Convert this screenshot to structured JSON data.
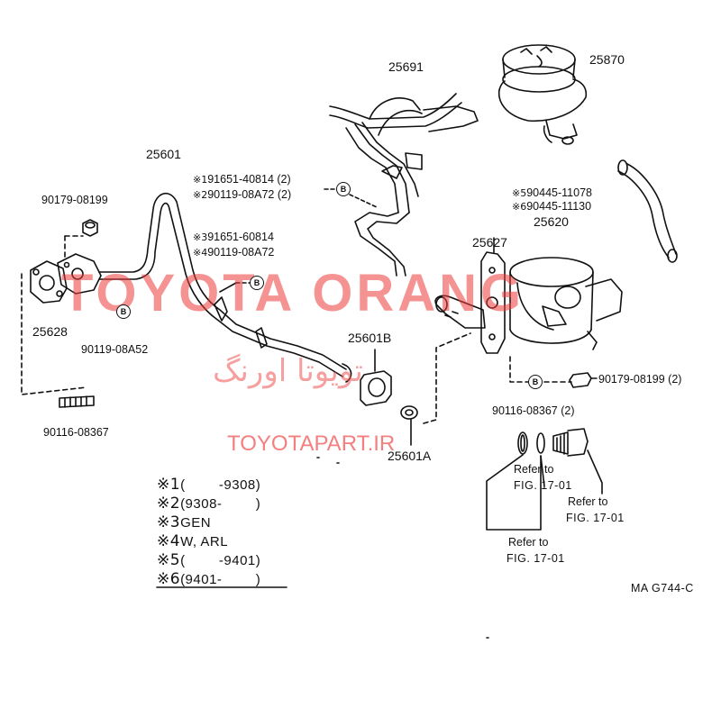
{
  "watermarks": {
    "main": "TOYOTA ORANG",
    "persian": "تویوتا اورنگ",
    "site": "TOYOTAPART.IR"
  },
  "colors": {
    "watermark": "#e83a3a",
    "ink": "#111111"
  },
  "parts": {
    "p25691": "25691",
    "p25870": "25870",
    "p25601": "25601",
    "p90179_08199_left": "90179-08199",
    "p25628": "25628",
    "p90119_08A52": "90119-08A52",
    "p90116_08367_left": "90116-08367",
    "p25627": "25627",
    "p25620": "25620",
    "p25601B": "25601B",
    "p25601A": "25601A",
    "p90179_08199_right": "90179-08199 (2)",
    "p90116_08367_right": "90116-08367 (2)"
  },
  "alt_parts": [
    {
      "mark": "※1",
      "text": "91651-40814 (2)"
    },
    {
      "mark": "※2",
      "text": "90119-08A72 (2)"
    },
    {
      "mark": "※3",
      "text": "91651-60814"
    },
    {
      "mark": "※4",
      "text": "90119-08A72"
    },
    {
      "mark": "※5",
      "text": "90445-11078"
    },
    {
      "mark": "※6",
      "text": "90445-11130"
    }
  ],
  "bolt_marker": "B",
  "refer": {
    "a_line1": "Refer to",
    "a_line2": "FIG. 17-01",
    "b_line1": "Refer to",
    "b_line2": "FIG. 17-01",
    "c_line1": "Refer to",
    "c_line2": "FIG. 17-01"
  },
  "notes": [
    {
      "mark": "※1",
      "text": "(        -9308)"
    },
    {
      "mark": "※2",
      "text": "(9308-        )"
    },
    {
      "mark": "※3",
      "text": "GEN"
    },
    {
      "mark": "※4",
      "text": "W, ARL"
    },
    {
      "mark": "※5",
      "text": "(        -9401)"
    },
    {
      "mark": "※6",
      "text": "(9401-        )"
    }
  ],
  "figure_code": "MA G744-C"
}
